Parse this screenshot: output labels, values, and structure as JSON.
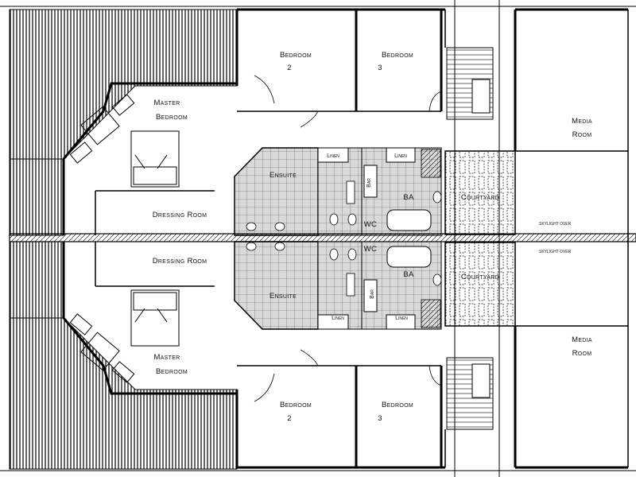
{
  "rooms": {
    "bedroom2_top": [
      "Bedroom",
      "2"
    ],
    "bedroom3_top": [
      "Bedroom",
      "3"
    ],
    "master_top": [
      "Master",
      "Bedroom"
    ],
    "media_top": [
      "Media",
      "Room"
    ],
    "ensuite_top": "Ensuite",
    "linen_top_left": "Linen",
    "linen_top_right": "Linen",
    "bar_top": "Bar",
    "ba_top": "BA",
    "wc_top": "WC",
    "courtyard_top": "Courtyard",
    "dressing_top": "Dressing Room",
    "skylight_top": "SKYLIGHT OVER",
    "dressing_bottom": "Dressing Room",
    "skylight_bottom": "SKYLIGHT OVER",
    "wc_bottom": "WC",
    "ba_bottom": "BA",
    "courtyard_bottom": "Courtyard",
    "ensuite_bottom": "Ensuite",
    "bar_bottom": "Bar",
    "linen_bottom_left": "Linen",
    "linen_bottom_right": "Linen",
    "media_bottom": [
      "Media",
      "Room"
    ],
    "master_bottom": [
      "Master",
      "Bedroom"
    ],
    "bedroom2_bottom": [
      "Bedroom",
      "2"
    ],
    "bedroom3_bottom": [
      "Bedroom",
      "3"
    ]
  }
}
